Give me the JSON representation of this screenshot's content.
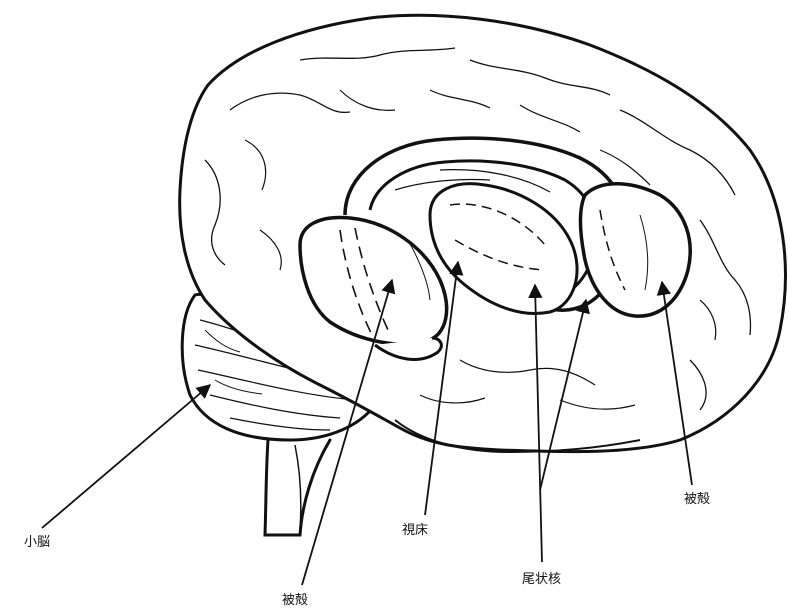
{
  "labels": {
    "cerebellum": "小脳",
    "putamen_left": "被殻",
    "thalamus": "視床",
    "caudate_nucleus": "尾状核",
    "putamen_right": "被殻"
  }
}
